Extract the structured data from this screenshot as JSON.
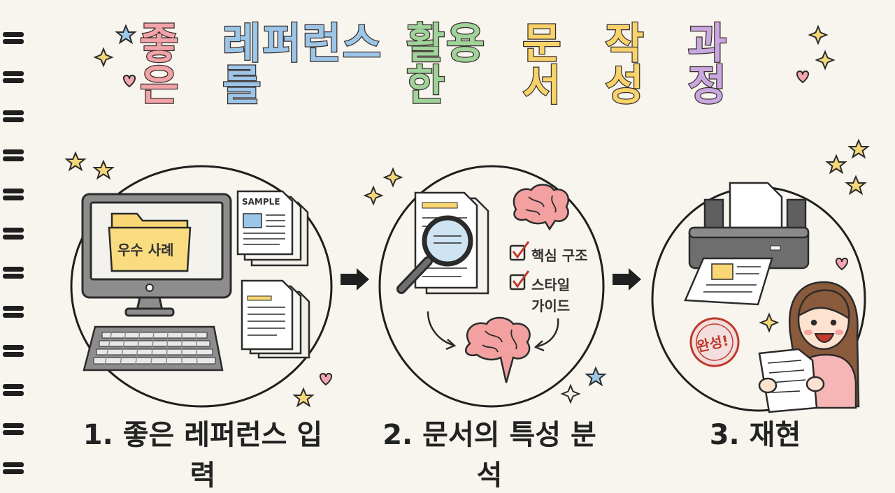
{
  "title": {
    "words": [
      {
        "text": "좋은",
        "color": "#f2a3a7"
      },
      {
        "text": "레퍼런스를",
        "color": "#9cc6e8"
      },
      {
        "text": "활용한",
        "color": "#9fd39a"
      },
      {
        "text": "문서",
        "color": "#f7d36a"
      },
      {
        "text": "작성",
        "color": "#f7d36a"
      },
      {
        "text": "과정",
        "color": "#c9a8e0"
      }
    ]
  },
  "steps": [
    {
      "label": "1. 좋은 레퍼런스 입력"
    },
    {
      "label": "2. 문서의 특성 분석"
    },
    {
      "label": "3. 재현"
    }
  ],
  "step1": {
    "folder_label": "우수 사례",
    "doc_label": "SAMPLE"
  },
  "step2": {
    "check1": "핵심 구조",
    "check2_line1": "스타일",
    "check2_line2": "가이드"
  },
  "step3": {
    "stamp": "완성!"
  },
  "colors": {
    "ink": "#2b2b2b",
    "paper": "#f8f5ee",
    "star": "#f4d77a",
    "heart": "#f3a6b0",
    "brain": "#f2a0a0",
    "folder": "#f8d774",
    "stamp": "#c0392b"
  }
}
